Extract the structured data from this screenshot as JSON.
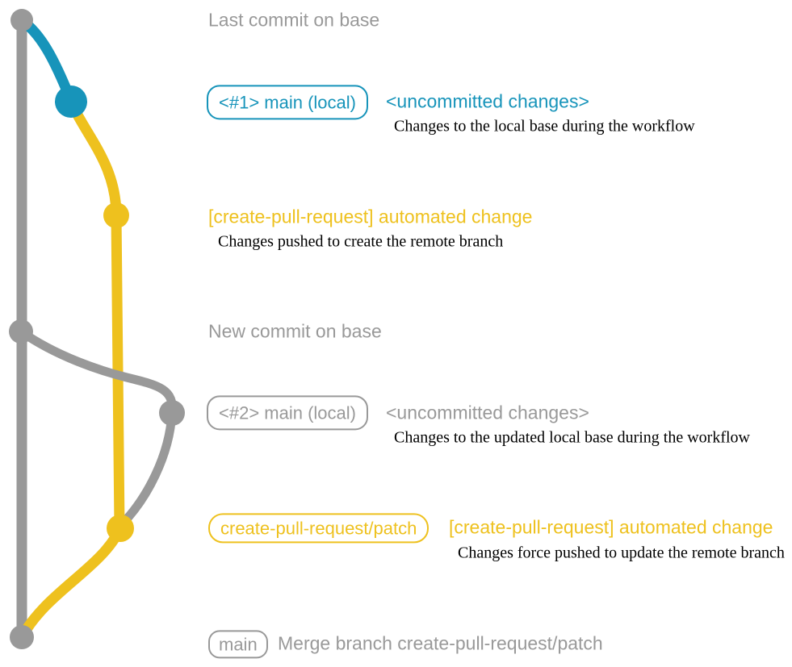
{
  "colors": {
    "gray": "#999999",
    "blue": "#1794ba",
    "yellow": "#eec11e",
    "ink": "#000000"
  },
  "graph": {
    "commits": [
      "last-commit-on-base",
      "uncommitted-changes-1",
      "automated-change-1",
      "new-commit-on-base",
      "uncommitted-changes-2",
      "automated-change-2",
      "merge-commit"
    ]
  },
  "rows": {
    "last_commit": {
      "label": "Last commit on base"
    },
    "uncommitted1": {
      "badge": "<#1> main (local)",
      "headline": "<uncommitted changes>",
      "desc": "Changes to the local base during the workflow"
    },
    "push1": {
      "headline": "[create-pull-request] automated change",
      "desc": "Changes pushed to create the remote branch"
    },
    "new_commit": {
      "label": "New commit on base"
    },
    "uncommitted2": {
      "badge": "<#2> main (local)",
      "headline": "<uncommitted changes>",
      "desc": "Changes to the updated local base during the workflow"
    },
    "push2": {
      "badge": "create-pull-request/patch",
      "headline": "[create-pull-request] automated change",
      "desc": "Changes force pushed to update the remote branch"
    },
    "merge": {
      "badge": "main",
      "label": "Merge branch create-pull-request/patch"
    }
  }
}
